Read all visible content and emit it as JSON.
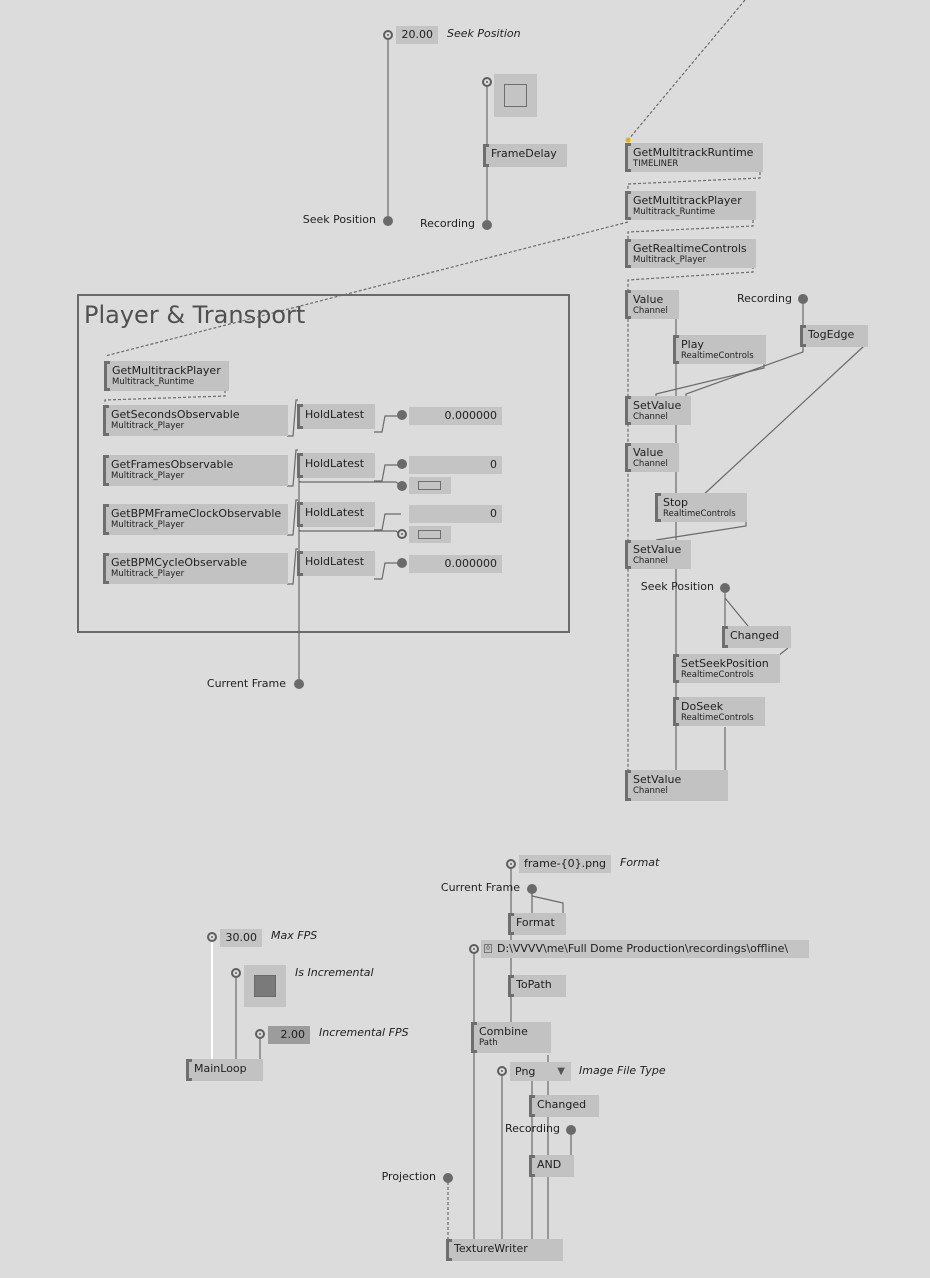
{
  "labels": {
    "seek_position": "Seek Position",
    "seek_position_italic": "Seek Position",
    "recording": "Recording",
    "current_frame": "Current Frame",
    "format": "Format",
    "max_fps": "Max FPS",
    "is_incremental": "Is Incremental",
    "incremental_fps": "Incremental FPS",
    "image_file_type": "Image File Type",
    "projection": "Projection"
  },
  "values": {
    "seek_position": "20.00",
    "seconds": "0.000000",
    "frames": "0",
    "bpm_frame_clock": "0",
    "bpm_cycle": "0.000000",
    "format_string": "frame-{0}.png",
    "max_fps": "30.00",
    "incremental_fps": "2.00",
    "path": "D:\\VVVV\\me\\Full Dome Production\\recordings\\offline\\",
    "path_tag": "0",
    "image_type": "Png"
  },
  "group": {
    "title": "Player & Transport"
  },
  "nodes": {
    "frame_delay": "FrameDelay",
    "get_multitrack_runtime": {
      "title": "GetMultitrackRuntime",
      "sub": "TIMELINER"
    },
    "get_multitrack_player_top": {
      "title": "GetMultitrackPlayer",
      "sub": "Multitrack_Runtime"
    },
    "get_realtime_controls": {
      "title": "GetRealtimeControls",
      "sub": "Multitrack_Player"
    },
    "value_1": {
      "title": "Value",
      "sub": "Channel"
    },
    "play": {
      "title": "Play",
      "sub": "RealtimeControls"
    },
    "togedge": "TogEdge",
    "setvalue_1": {
      "title": "SetValue",
      "sub": "Channel"
    },
    "value_2": {
      "title": "Value",
      "sub": "Channel"
    },
    "stop": {
      "title": "Stop",
      "sub": "RealtimeControls"
    },
    "setvalue_2": {
      "title": "SetValue",
      "sub": "Channel"
    },
    "changed_1": "Changed",
    "set_seek_position": {
      "title": "SetSeekPosition",
      "sub": "RealtimeControls"
    },
    "do_seek": {
      "title": "DoSeek",
      "sub": "RealtimeControls"
    },
    "setvalue_3": {
      "title": "SetValue",
      "sub": "Channel"
    },
    "get_multitrack_player_group": {
      "title": "GetMultitrackPlayer",
      "sub": "Multitrack_Runtime"
    },
    "get_seconds_observable": {
      "title": "GetSecondsObservable",
      "sub": "Multitrack_Player"
    },
    "get_frames_observable": {
      "title": "GetFramesObservable",
      "sub": "Multitrack_Player"
    },
    "get_bpm_frame_clock_observable": {
      "title": "GetBPMFrameClockObservable",
      "sub": "Multitrack_Player"
    },
    "get_bpm_cycle_observable": {
      "title": "GetBPMCycleObservable",
      "sub": "Multitrack_Player"
    },
    "hold_latest": "HoldLatest",
    "format_node": "Format",
    "to_path": "ToPath",
    "combine": {
      "title": "Combine",
      "sub": "Path"
    },
    "changed_2": "Changed",
    "and_node": "AND",
    "texture_writer": "TextureWriter",
    "main_loop": "MainLoop"
  },
  "colors": {
    "background": "#dcdcdc",
    "node": "#c2c2c2",
    "wire": "#6a6a6a",
    "highlight": "#e6b400"
  }
}
